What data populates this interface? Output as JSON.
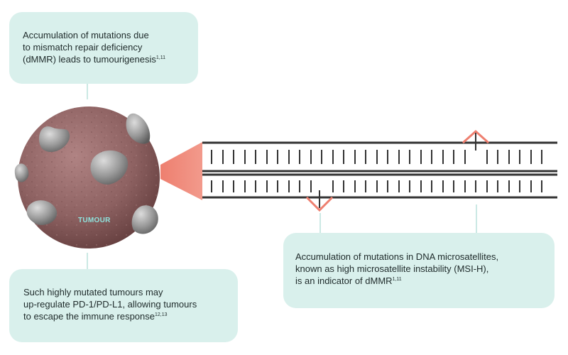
{
  "callouts": {
    "top": {
      "line1": "Accumulation of mutations due",
      "line2": "to mismatch repair deficiency",
      "line3": "(dMMR) leads to tumourigenesis",
      "ref": "1,11"
    },
    "bottom": {
      "line1": "Such highly mutated tumours may",
      "line2": "up-regulate PD-1/PD-L1, allowing tumours",
      "line3": "to escape the immune response",
      "ref": "12,13"
    },
    "right": {
      "line1": "Accumulation of mutations in DNA microsatellites,",
      "line2": "known as high microsatellite instability (MSI-H),",
      "line3": "is an indicator of dMMR",
      "ref": "1,11"
    }
  },
  "tumour": {
    "label": "TUMOUR"
  },
  "colors": {
    "callout_bg": "#d9f0ec",
    "connector": "#cbe9e4",
    "mutation_accent": "#ee7f6f",
    "dna_strand": "#333333",
    "tumour_body": "#8e6262",
    "tumour_label": "#8fe3dd"
  }
}
